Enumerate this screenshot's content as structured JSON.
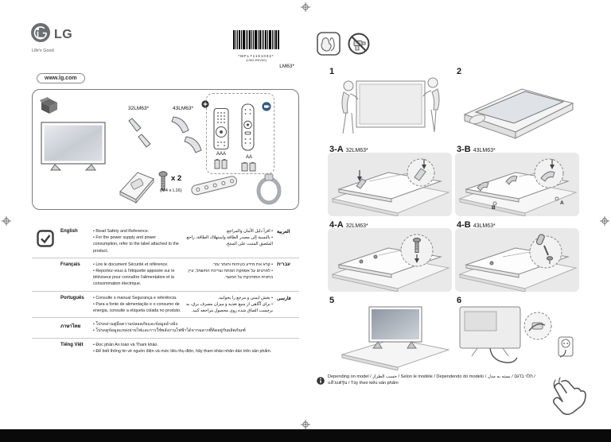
{
  "header": {
    "brand": "LG",
    "tagline": "Life's Good",
    "website": "www.lg.com",
    "model_code": "LM63*",
    "barcode_text": "*MFL71161002*",
    "barcode_rev": "(1902-REV00)"
  },
  "accessories": {
    "model_a": "32LM63*",
    "model_b": "43LM63*",
    "battery_aaa": "AAA",
    "battery_aa": "AA",
    "screw_count": "x 2",
    "screw_spec": "(M4 x L16)"
  },
  "language_table": {
    "rows": [
      {
        "lang": "English",
        "lines": [
          "• Read Safety and Reference.",
          "• For the power supply and power consumption, refer to the label attached to the product."
        ],
        "rtl_lang": "العربية",
        "rtl_lines": [
          "• اقرأ دليل الأمان والمراجع.",
          "• بالنسبة إلى مصدر الطاقة واستهلاك الطاقة، راجع الملصق المثبت على المنتج."
        ]
      },
      {
        "lang": "Français",
        "lines": [
          "• Lire le document Sécurité et référence.",
          "• Reportez-vous à l'étiquette apposée sur le téléviseur pour connaître l'alimentation et la consommation électrique."
        ],
        "rtl_lang": "עברית",
        "rtl_lines": [
          "• קרא את מידע בטיחות וחומר עזר.",
          "• לפרטים על אספקת המתח וצריכת החשמל, עיין בתווית המודבקת על המוצר."
        ]
      },
      {
        "lang": "Português",
        "lines": [
          "• Consulte o manual Segurança e referência.",
          "• Para a fonte de alimentação e o consumo de energia, consulte a etiqueta colada no produto."
        ],
        "rtl_lang": "فارسی",
        "rtl_lines": [
          "• بخش ایمنی و مرجع را بخوانید.",
          "• برای آگاهی از منبع تغذیه و میزان مصرف برق، به برچسب الصاق شده روی محصول مراجعه کنید."
        ]
      },
      {
        "lang": "ภาษาไทย",
        "lines": [
          "• โปรดอ่านคู่มือความปลอดภัยและข้อมูลอ้างอิง",
          "• โปรดดูข้อมูลแหล่งจ่ายไฟและการใช้พลังงานไฟฟ้าได้จากฉลากที่ติดอยู่กับผลิตภัณฑ์"
        ]
      },
      {
        "lang": "Tiếng Việt",
        "lines": [
          "• Đọc phần An toàn và Tham khảo.",
          "• Để biết thông tin về nguồn điện và mức tiêu thụ điện, hãy tham khảo nhãn dán trên sản phẩm."
        ]
      }
    ]
  },
  "steps": [
    {
      "label": "1"
    },
    {
      "label": "2"
    },
    {
      "label": "3-A",
      "model": "32LM63*"
    },
    {
      "label": "3-B",
      "model": "43LM63*",
      "callout_a": "A",
      "callout_b": "B"
    },
    {
      "label": "4-A",
      "model": "32LM63*"
    },
    {
      "label": "4-B",
      "model": "43LM63*"
    },
    {
      "label": "5"
    },
    {
      "label": "6"
    }
  ],
  "footer": {
    "note": "Depending on model / حسب الطراز / Selon le modèle / Dependendo do modelo / תלוי בדגם / بسته به مدل / แล้วแต่รุ่น / Tùy theo kiểu sản phẩm"
  }
}
